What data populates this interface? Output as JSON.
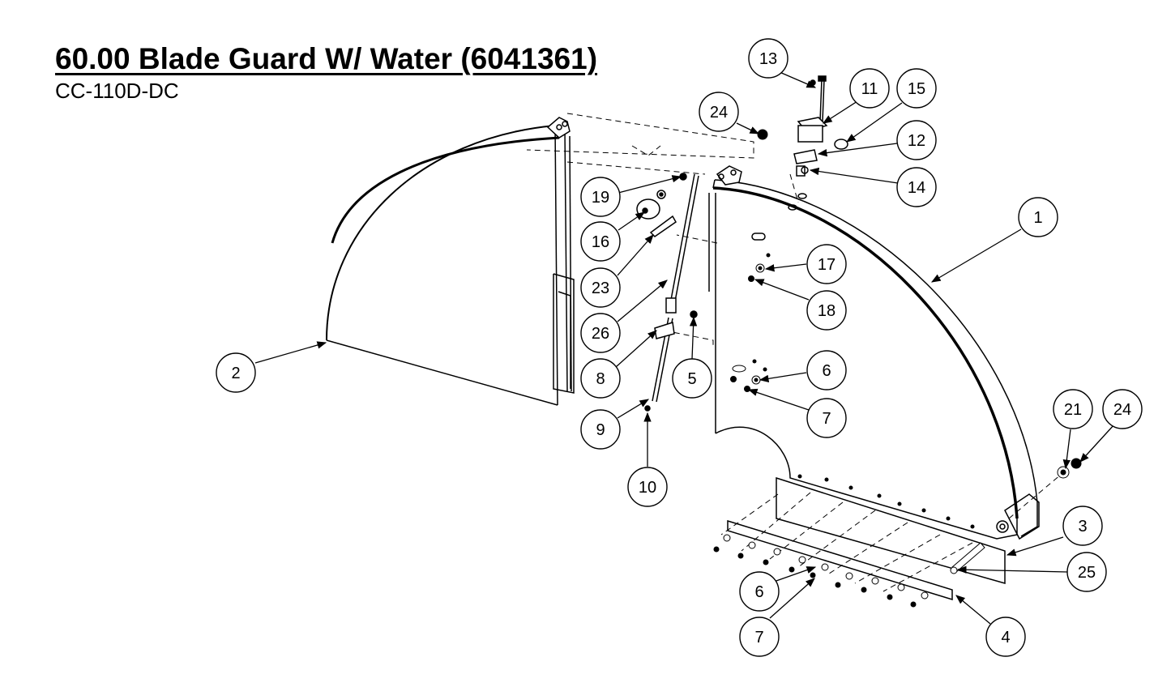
{
  "title": "60.00 Blade Guard W/ Water (6041361)",
  "subtitle": "CC-110D-DC",
  "callouts": [
    "13",
    "11",
    "15",
    "24",
    "12",
    "14",
    "19",
    "1",
    "16",
    "17",
    "23",
    "18",
    "26",
    "2",
    "6",
    "8",
    "5",
    "7",
    "9",
    "21",
    "24",
    "10",
    "3",
    "25",
    "6",
    "7",
    "4"
  ]
}
